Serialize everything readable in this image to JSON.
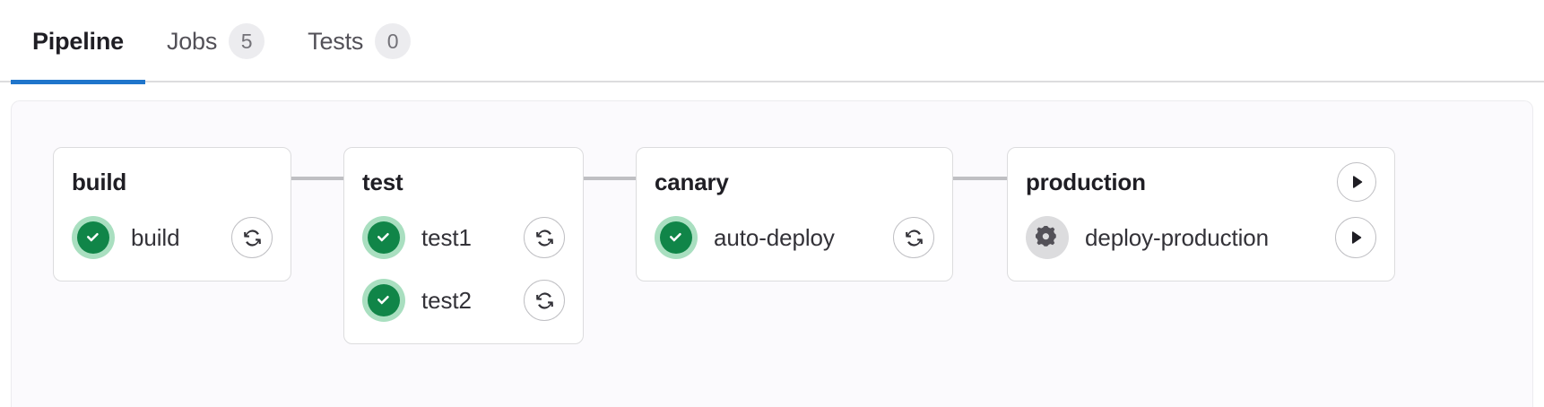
{
  "tabs": [
    {
      "label": "Pipeline",
      "badge": null,
      "active": true,
      "name": "tab-pipeline"
    },
    {
      "label": "Jobs",
      "badge": "5",
      "active": false,
      "name": "tab-jobs"
    },
    {
      "label": "Tests",
      "badge": "0",
      "active": false,
      "name": "tab-tests"
    }
  ],
  "colors": {
    "active_tab_underline": "#1f75cb",
    "success_green": "#108548",
    "success_halo": "#a9dfc0",
    "manual_gray": "#dcdcde",
    "manual_glyph": "#535158",
    "panel_background": "#fbfafd",
    "card_border": "#dcdcde",
    "connector": "#bfbfc3",
    "badge_background": "#ececef"
  },
  "pipeline": {
    "stages": [
      {
        "name": "build",
        "title": "build",
        "header_action": null,
        "jobs": [
          {
            "name": "build",
            "status": "success",
            "status_icon": "check-circle-icon",
            "action": "retry",
            "action_icon": "retry-icon"
          }
        ]
      },
      {
        "name": "test",
        "title": "test",
        "header_action": null,
        "jobs": [
          {
            "name": "test1",
            "status": "success",
            "status_icon": "check-circle-icon",
            "action": "retry",
            "action_icon": "retry-icon"
          },
          {
            "name": "test2",
            "status": "success",
            "status_icon": "check-circle-icon",
            "action": "retry",
            "action_icon": "retry-icon"
          }
        ]
      },
      {
        "name": "canary",
        "title": "canary",
        "header_action": null,
        "jobs": [
          {
            "name": "auto-deploy",
            "status": "success",
            "status_icon": "check-circle-icon",
            "action": "retry",
            "action_icon": "retry-icon"
          }
        ]
      },
      {
        "name": "production",
        "title": "production",
        "header_action": {
          "action": "play-all",
          "action_icon": "play-icon"
        },
        "jobs": [
          {
            "name": "deploy-production",
            "status": "manual",
            "status_icon": "gear-icon",
            "action": "play",
            "action_icon": "play-icon"
          }
        ]
      }
    ]
  }
}
